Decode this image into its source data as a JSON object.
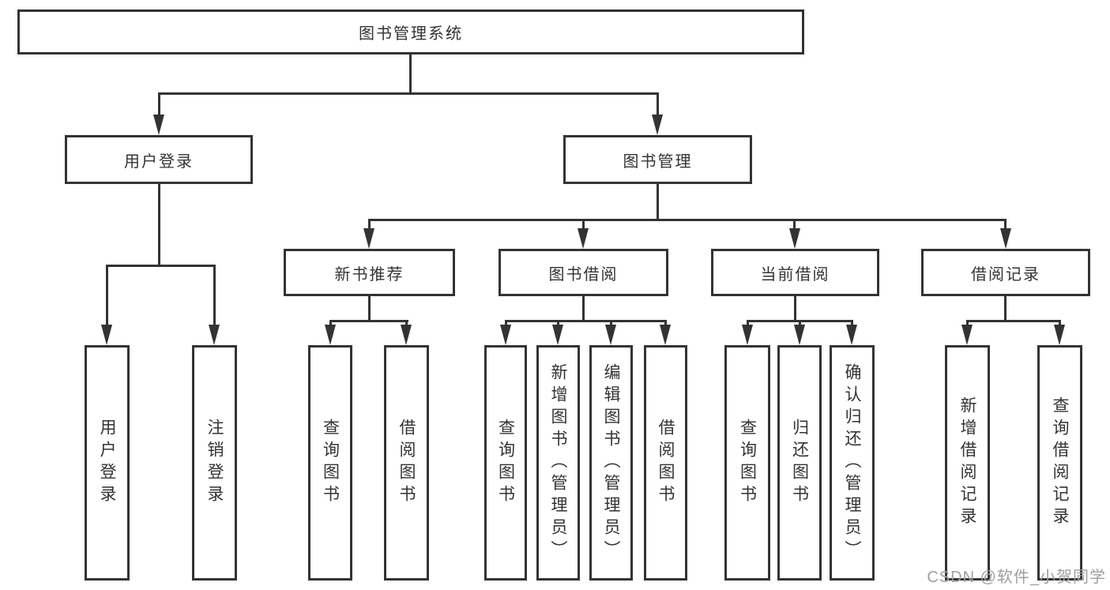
{
  "diagram": {
    "type": "function-structure-tree",
    "colors": {
      "line": "#333333",
      "box_border": "#333333",
      "text": "#333333",
      "background": "#ffffff",
      "watermark": "#9f9f9f"
    },
    "nodes": {
      "root": {
        "label": "图书管理系统"
      },
      "user_login": {
        "label": "用户登录"
      },
      "book_mgmt": {
        "label": "图书管理"
      },
      "new_book_rec": {
        "label": "新书推荐"
      },
      "book_borrow": {
        "label": "图书借阅"
      },
      "current_borrow": {
        "label": "当前借阅"
      },
      "borrow_records": {
        "label": "借阅记录"
      },
      "leaf_user_login": {
        "label": "用户登录"
      },
      "leaf_logout": {
        "label": "注销登录"
      },
      "leaf_rec_query": {
        "label": "查询图书"
      },
      "leaf_rec_borrow": {
        "label": "借阅图书"
      },
      "leaf_bb_query": {
        "label": "查询图书"
      },
      "leaf_bb_add": {
        "label": "新增图书（管理员）"
      },
      "leaf_bb_edit": {
        "label": "编辑图书（管理员）"
      },
      "leaf_bb_borrow": {
        "label": "借阅图书"
      },
      "leaf_cb_query": {
        "label": "查询图书"
      },
      "leaf_cb_return": {
        "label": "归还图书"
      },
      "leaf_cb_confirm": {
        "label": "确认归还（管理员）"
      },
      "leaf_br_add": {
        "label": "新增借阅记录"
      },
      "leaf_br_query": {
        "label": "查询借阅记录"
      }
    },
    "hierarchy": {
      "图书管理系统": {
        "用户登录": [
          "用户登录",
          "注销登录"
        ],
        "图书管理": {
          "新书推荐": [
            "查询图书",
            "借阅图书"
          ],
          "图书借阅": [
            "查询图书",
            "新增图书（管理员）",
            "编辑图书（管理员）",
            "借阅图书"
          ],
          "当前借阅": [
            "查询图书",
            "归还图书",
            "确认归还（管理员）"
          ],
          "借阅记录": [
            "新增借阅记录",
            "查询借阅记录"
          ]
        }
      }
    },
    "watermark": {
      "text": "CSDN @软件_小贺同学"
    }
  }
}
